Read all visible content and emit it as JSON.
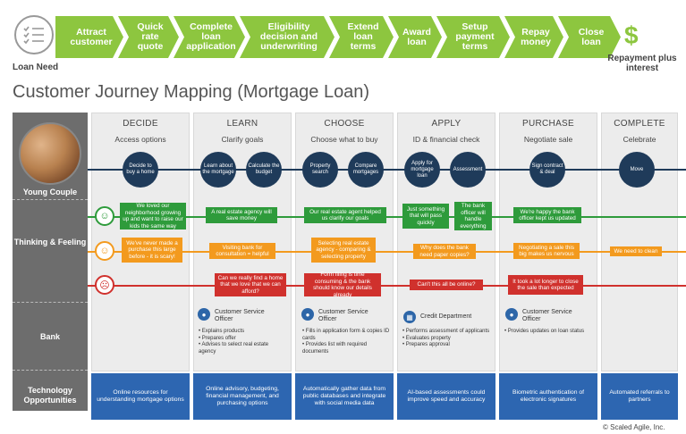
{
  "header": {
    "loan_need": "Loan Need",
    "steps": [
      "Attract customer",
      "Quick rate quote",
      "Complete loan application",
      "Eligibility decision and underwriting",
      "Extend loan terms",
      "Award loan",
      "Setup payment terms",
      "Repay money",
      "Close loan"
    ],
    "dollar": "$",
    "repayment": "Repayment plus interest"
  },
  "title": "Customer Journey Mapping (Mortgage Loan)",
  "rows": {
    "young_couple": "Young Couple",
    "thinking": "Thinking & Feeling",
    "bank": "Bank",
    "tech": "Technology Opportunities"
  },
  "stages": [
    {
      "name": "DECIDE",
      "sub": "Access options"
    },
    {
      "name": "LEARN",
      "sub": "Clarify goals"
    },
    {
      "name": "CHOOSE",
      "sub": "Choose what to buy"
    },
    {
      "name": "APPLY",
      "sub": "ID & financial check"
    },
    {
      "name": "PURCHASE",
      "sub": "Negotiate sale"
    },
    {
      "name": "COMPLETE",
      "sub": "Celebrate"
    }
  ],
  "steps": [
    "Decide to buy a home",
    "Learn about the mortgage",
    "Calculate the budget",
    "Property search",
    "Compare mortgages",
    "Apply for mortgage loan",
    "Assessment",
    "Sign contract & deal",
    "Move"
  ],
  "feelings": {
    "happy": [
      "We loved our neighborhood growing up and want to raise our kids the same way",
      "A real estate agency will save money",
      "Our real estate agent helped us clarify our goals",
      "Just something that will pass quickly",
      "The bank officer will handle everything",
      "We're happy the bank officer kept us updated"
    ],
    "neutral": [
      "We've never made a purchase this large before - it is scary!",
      "Visiting bank for consultation = helpful",
      "Selecting real estate agency - comparing & selecting property",
      "Why does the bank need paper copies?",
      "Negotiating a sale this big makes us nervous",
      "We need to clean"
    ],
    "sad": [
      "Can we really find a home that we love that we can afford?",
      "Form filing is time consuming & the bank should know our details already",
      "Can't this all be online?",
      "It took a lot longer to close the sale than expected"
    ]
  },
  "bank": {
    "learn": {
      "title": "Customer Service Officer",
      "items": [
        "Explains products",
        "Prepares offer",
        "Advises to select real estate agency"
      ]
    },
    "choose": {
      "title": "Customer Service Officer",
      "items": [
        "Fills in application form & copies ID cards",
        "Provides list with required documents"
      ]
    },
    "apply": {
      "title": "Credit Department",
      "items": [
        "Performs assessment of applicants",
        "Evaluates property",
        "Prepares approval"
      ]
    },
    "purchase": {
      "title": "Customer Service Officer",
      "items": [
        "Provides updates on loan status"
      ]
    }
  },
  "tech": [
    "Online resources for understanding mortgage options",
    "Online advisory, budgeting, financial management, and purchasing options",
    "Automatically gather data from public databases and integrate with social media data",
    "AI-based assessments could improve speed and accuracy",
    "Biometric authentication of electronic signatures",
    "Automated referrals to partners"
  ],
  "copyright": "© Scaled Agile, Inc.",
  "colors": {
    "chevron": "#8dc63f",
    "navy": "#1f3b5a",
    "happy": "#2e9b3b",
    "neutral": "#f39a1e",
    "sad": "#d0312d",
    "tech": "#2d66b1"
  }
}
